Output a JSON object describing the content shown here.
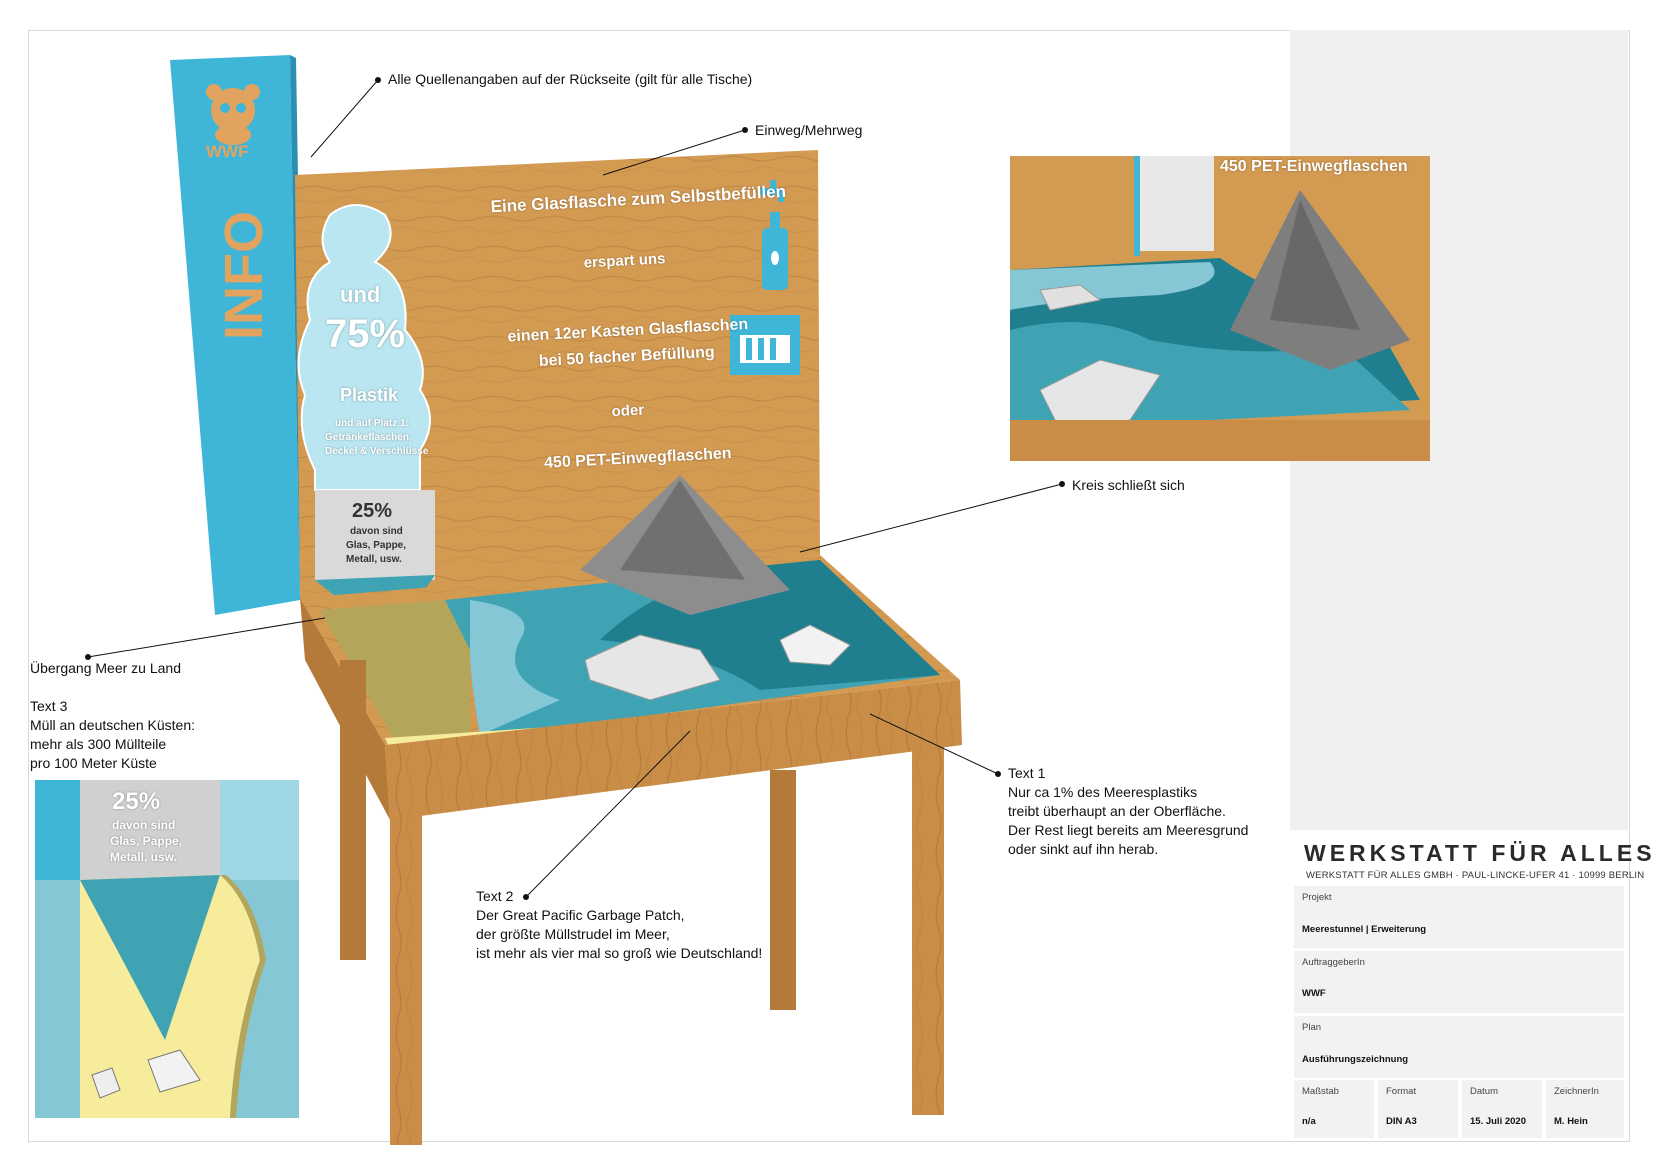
{
  "annotations": {
    "sources": "Alle Quellenangaben auf der Rückseite (gilt für alle Tische)",
    "reuse": "Einweg/Mehrweg",
    "circle": "Kreis schließt sich",
    "transition": "Übergang Meer zu Land",
    "text3": [
      "Text 3",
      "Müll an deutschen Küsten:",
      "mehr als 300 Müllteile",
      "pro 100 Meter Küste"
    ],
    "text1": [
      "Text 1",
      "Nur ca 1% des Meeresplastiks",
      "treibt überhaupt an der Oberfläche.",
      "Der Rest liegt bereits am Meeresgrund",
      "oder sinkt auf ihn herab."
    ],
    "text2": [
      "Text 2",
      "Der Great Pacific Garbage Patch,",
      "der größte Müllstrudel im Meer,",
      "ist mehr als vier mal so groß wie Deutschland!"
    ]
  },
  "model": {
    "info_label": "INFO",
    "logo_text": "WWF",
    "board_lines": [
      "Eine Glasflasche zum Selbstbefüllen",
      "erspart uns",
      "einen 12er Kasten Glasflaschen",
      "bei 50 facher Befüllung",
      "oder",
      "450 PET-Einwegflaschen"
    ],
    "bottle_lines": [
      "und",
      "75%",
      "Plastik",
      "und auf Platz 1:",
      "Getränkeflaschen,",
      "Deckel & Verschlüsse"
    ],
    "stat_25": "25%",
    "stat_25_lines": [
      "davon sind",
      "Glas, Pappe,",
      "Metall, usw."
    ],
    "detail_stat_lines": [
      "davon sind",
      "Glas, Pappe,",
      "Metall, usw."
    ],
    "detail_header": "450 PET-Einwegflaschen"
  },
  "colors": {
    "wood": "#d39a52",
    "wood_dark": "#b47a3a",
    "sea_light": "#86c7d6",
    "sea_mid": "#3fa3b3",
    "sea_dark": "#1f7f8f",
    "sand": "#b3a65a",
    "info_blue": "#3fb6d8",
    "yellow": "#f7ec9c"
  },
  "title_block": {
    "brand": "WERKSTATT FÜR ALLES",
    "address": "WERKSTATT FÜR ALLES GMBH · PAUL-LINCKE-UFER 41 · 10999 BERLIN",
    "projekt_label": "Projekt",
    "projekt_value": "Meerestunnel | Erweiterung",
    "auftraggeber_label": "AuftraggeberIn",
    "auftraggeber_value": "WWF",
    "plan_label": "Plan",
    "plan_value": "Ausführungszeichnung",
    "massstab_label": "Maßstab",
    "massstab_value": "n/a",
    "format_label": "Format",
    "format_value": "DIN A3",
    "datum_label": "Datum",
    "datum_value": "15. Juli 2020",
    "zeichner_label": "ZeichnerIn",
    "zeichner_value": "M. Hein"
  }
}
